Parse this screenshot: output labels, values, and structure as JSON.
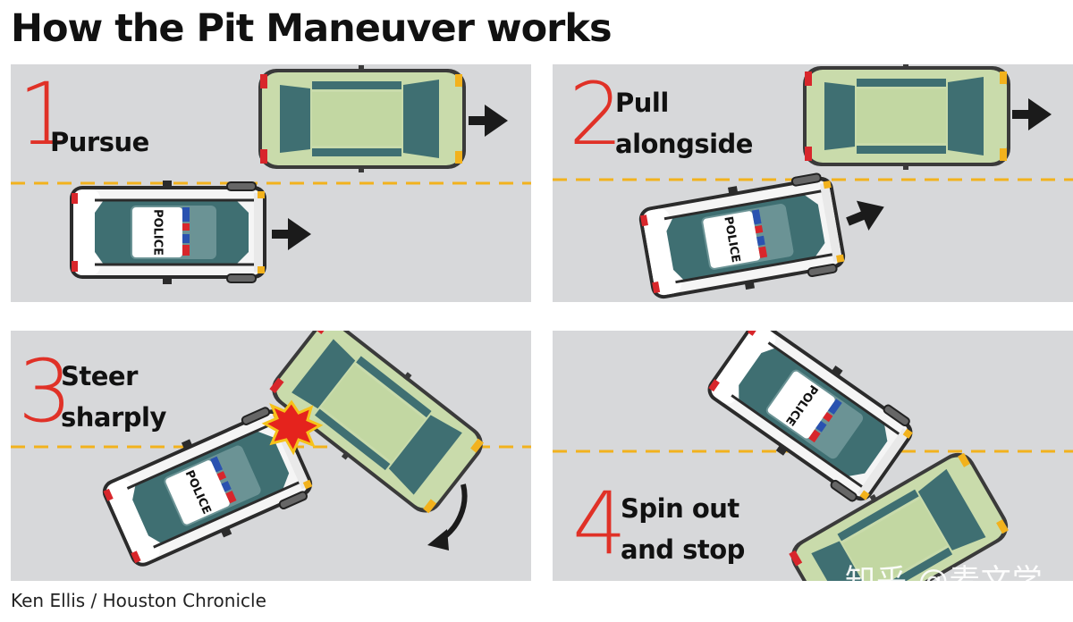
{
  "title": "How the Pit Maneuver works",
  "police_label": "POLICE",
  "steps": [
    {
      "number": "1",
      "line1": "Pursue",
      "line2": ""
    },
    {
      "number": "2",
      "line1": "Pull",
      "line2": "alongside"
    },
    {
      "number": "3",
      "line1": "Steer",
      "line2": "sharply"
    },
    {
      "number": "4",
      "line1": "Spin out",
      "line2": "and stop"
    }
  ],
  "credit": "Ken Ellis / Houston Chronicle",
  "watermark": "知乎 @麦文学",
  "colors": {
    "road": "#d7d8da",
    "lane": "#f2b21d",
    "step_number": "#e03127",
    "suspect_car": "#c9dbab",
    "police_glass": "#3f6f72",
    "arrow": "#1b1b1b"
  }
}
